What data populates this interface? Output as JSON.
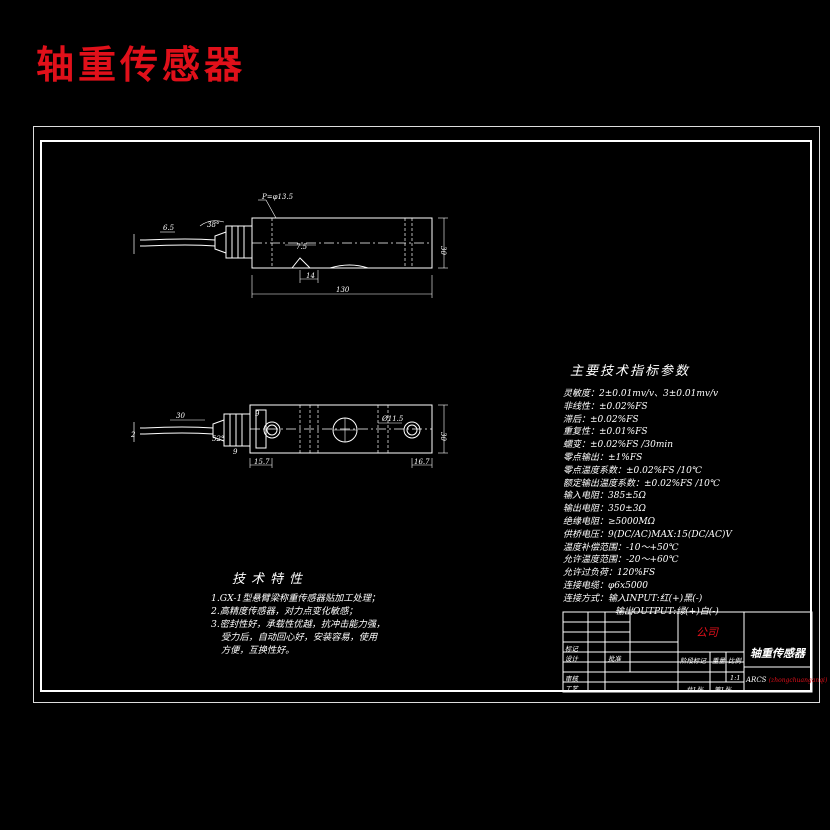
{
  "page_title": "轴重传感器",
  "drawing": {
    "top_view": {
      "dim_phi": "P=φ13.5",
      "dim_angle": "38°",
      "dim_cable": "6.5",
      "dim_notch": "7.5",
      "dim_notch_w": "14",
      "dim_length": "130",
      "dim_height": "30"
    },
    "front_view": {
      "dim_cable": "30",
      "dim_angle": "52°",
      "dim_left_gap": "9",
      "dim_hole": "Ø11.5",
      "dim_height": "30",
      "dim_left": "15.7",
      "dim_right": "16.7",
      "dim_small_left": "2",
      "dim_small_bottom": "9"
    }
  },
  "specs": {
    "title": "主要技术指标参数",
    "items": [
      "灵敏度：2±0.01mv/v、3±0.01mv/v",
      "非线性：±0.02%FS",
      "滞后：±0.02%FS",
      "重复性：±0.01%FS",
      "蠕变：±0.02%FS /30min",
      "零点输出：±1%FS",
      "零点温度系数：±0.02%FS /10℃",
      "额定输出温度系数：±0.02%FS /10℃",
      "输入电阻：385±5Ω",
      "输出电阻：350±3Ω",
      "绝缘电阻：≥5000MΩ",
      "供桥电压：9(DC/AC)MAX:15(DC/AC)V",
      "温度补偿范围：-10～+50℃",
      "允许温度范围：-20～+60℃",
      "允许过负荷：120%FS",
      "连接电缆：φ6x5000",
      "连接方式：输入INPUT:红(+)黑(-)",
      "输出OUTPUT:绿(+)白(-)"
    ]
  },
  "features": {
    "title": "技术特性",
    "items": [
      "1.GX-1型悬臂梁称重传感器贴加工处理；",
      "2.高精度传感器，对力点变化敏感；",
      "3.密封性好，承载性优越，抗冲击能力强，",
      "受力后，自动回心好，安装容易，使用",
      "方便，互换性好。"
    ]
  },
  "title_block": {
    "company": "公司",
    "name": "轴重传感器",
    "row_a": "标记",
    "row_b": "设计",
    "row_c": "审核",
    "row_d": "工艺",
    "mid_a": "阶段标记",
    "mid_b": "重量",
    "mid_c": "比例",
    "scale": "1:1",
    "sheets": "共1张",
    "sheet_no": "第1张",
    "code": "ARCS",
    "code_red": "(zhongchuanganqi)",
    "stamp": "批准"
  },
  "colors": {
    "title": "#e0101a",
    "line": "#ffffff",
    "accent": "#e0101a"
  }
}
